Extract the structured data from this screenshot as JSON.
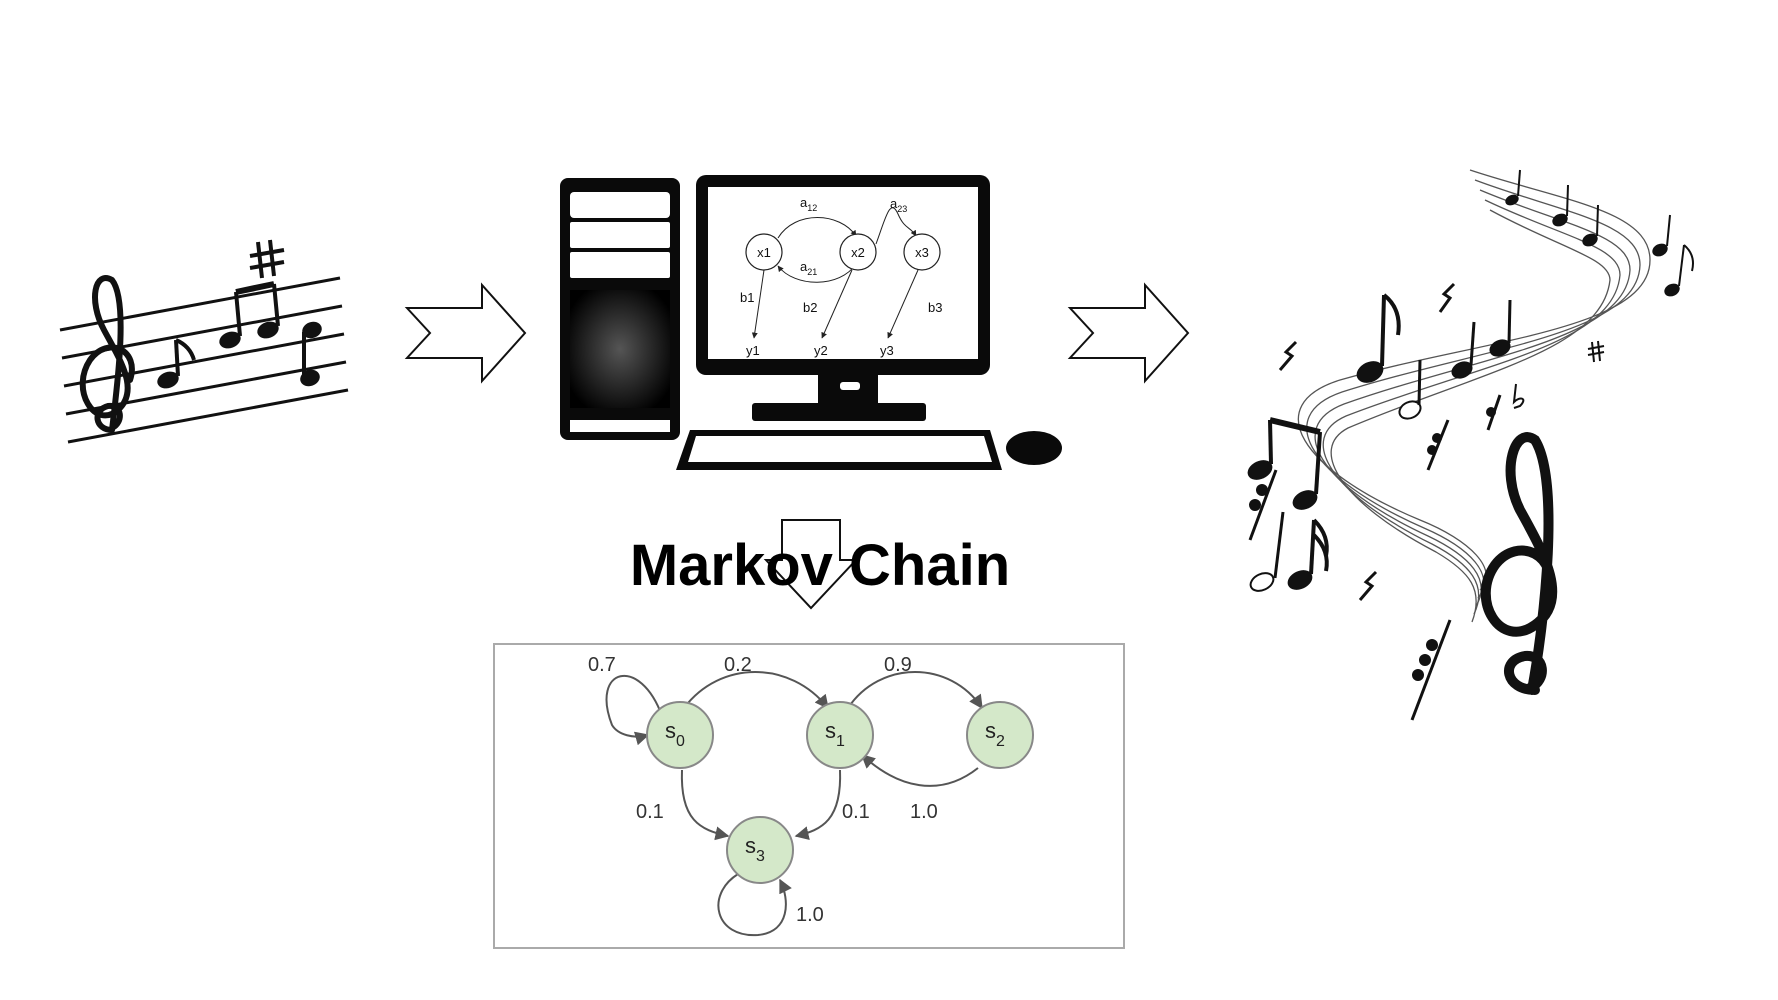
{
  "title": "Markov Chain",
  "hmm": {
    "hidden_states": [
      "x1",
      "x2",
      "x3"
    ],
    "transitions": [
      {
        "base": "a",
        "sub": "12"
      },
      {
        "base": "a",
        "sub": "21"
      },
      {
        "base": "a",
        "sub": "23"
      }
    ],
    "emissions": [
      "b1",
      "b2",
      "b3"
    ],
    "observations": [
      "y1",
      "y2",
      "y3"
    ]
  },
  "markov_chain": {
    "states": [
      {
        "base": "s",
        "sub": "0"
      },
      {
        "base": "s",
        "sub": "1"
      },
      {
        "base": "s",
        "sub": "2"
      },
      {
        "base": "s",
        "sub": "3"
      }
    ],
    "probabilities": {
      "s0_s0": "0.7",
      "s0_s1": "0.2",
      "s1_s2": "0.9",
      "s0_s3": "0.1",
      "s1_s3": "0.1",
      "s2_s1": "1.0",
      "s3_s3": "1.0"
    },
    "node_fill": "#d4e8c9",
    "node_stroke": "#888888"
  },
  "icons": {
    "sheet_music": "music-staff-with-treble-clef-and-sharp",
    "computer": "desktop-computer",
    "flowing_notes": "flowing-music-notes"
  }
}
